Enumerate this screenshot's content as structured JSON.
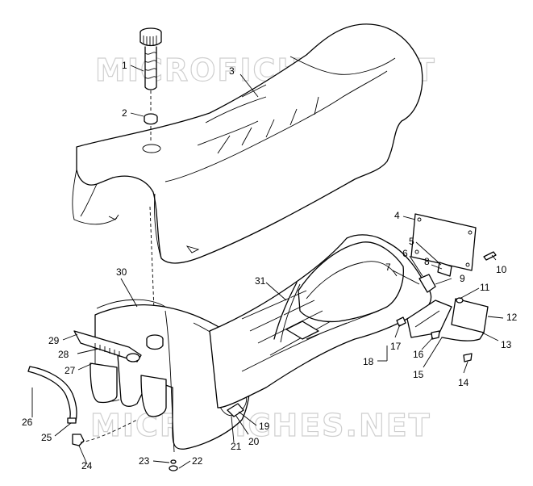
{
  "watermark": {
    "text": "MICROFICHES.NET"
  },
  "callouts": [
    "1",
    "2",
    "3",
    "4",
    "5",
    "6",
    "7",
    "8",
    "9",
    "10",
    "11",
    "12",
    "13",
    "14",
    "15",
    "16",
    "17",
    "18",
    "19",
    "20",
    "21",
    "22",
    "23",
    "24",
    "25",
    "26",
    "27",
    "28",
    "29",
    "30",
    "31"
  ],
  "colors": {
    "line": "#000000",
    "watermark": "#cfcfcf",
    "background": "#ffffff"
  }
}
